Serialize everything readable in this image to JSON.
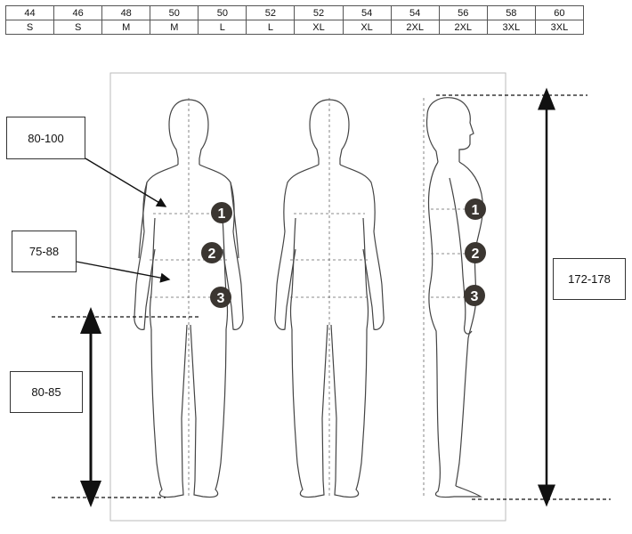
{
  "size_table": {
    "rows": [
      [
        "44",
        "46",
        "48",
        "50",
        "50",
        "52",
        "52",
        "54",
        "54",
        "56",
        "58",
        "60"
      ],
      [
        "S",
        "S",
        "M",
        "M",
        "L",
        "L",
        "XL",
        "XL",
        "2XL",
        "2XL",
        "3XL",
        "3XL"
      ]
    ]
  },
  "measurements": {
    "chest": "80-100",
    "waist": "75-88",
    "inseam": "80-85",
    "height": "172-178"
  },
  "markers": [
    "1",
    "2",
    "3"
  ],
  "colors": {
    "marker_fill": "#3b3631",
    "line": "#111111",
    "guide": "#666666"
  }
}
